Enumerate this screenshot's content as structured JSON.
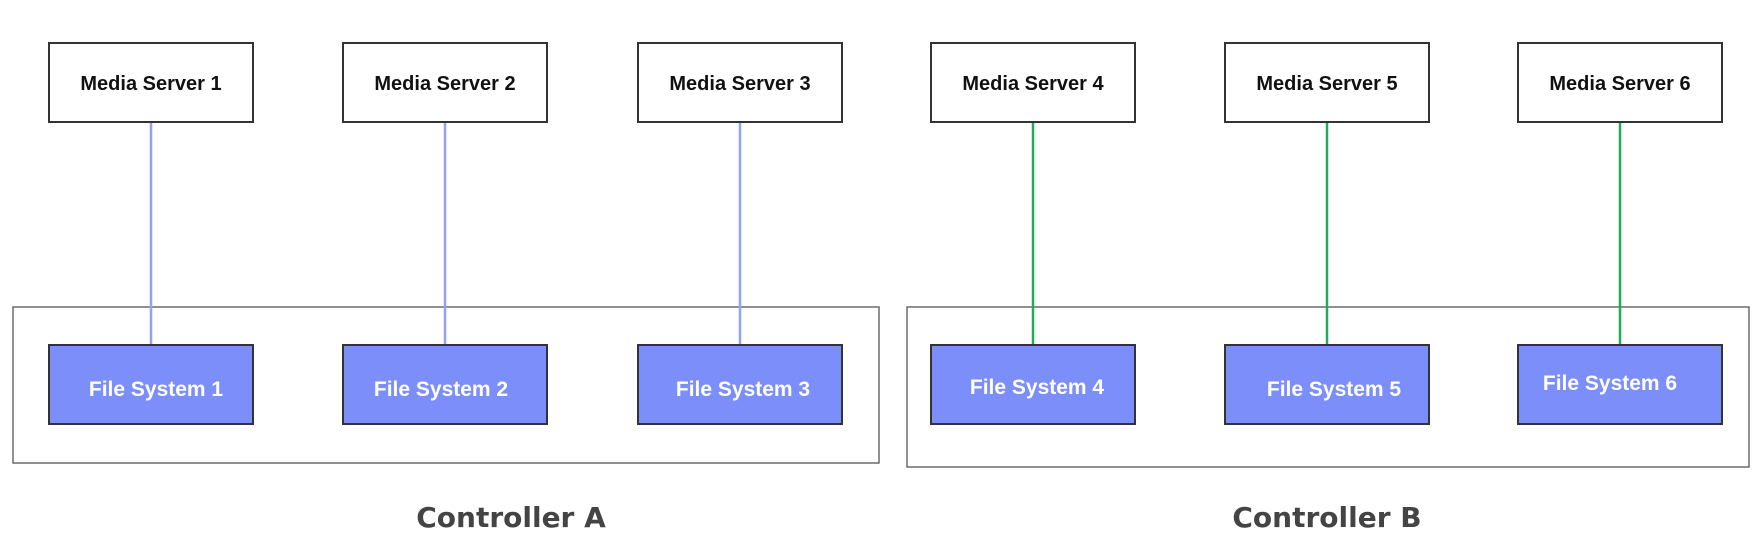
{
  "controllers": [
    {
      "label": "Controller A",
      "link_color": "#8fa3f7",
      "media_servers": [
        "Media Server 1",
        "Media Server 2",
        "Media Server 3"
      ],
      "file_systems": [
        "File System 1",
        "File System 2",
        "File System 3"
      ]
    },
    {
      "label": "Controller B",
      "link_color": "#1fad5b",
      "media_servers": [
        "Media Server 4",
        "Media Server 5",
        "Media Server 6"
      ],
      "file_systems": [
        "File System 4",
        "File System 5",
        "File System 6"
      ]
    }
  ],
  "colors": {
    "file_system_fill": "#7b8efa",
    "box_border": "#333333"
  }
}
